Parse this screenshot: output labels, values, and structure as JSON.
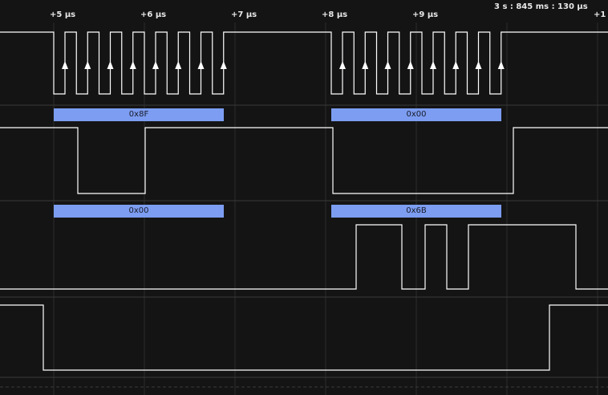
{
  "timeline": {
    "ticks": [
      {
        "label": "+5 µs"
      },
      {
        "label": "+6 µs"
      },
      {
        "label": "+7 µs"
      },
      {
        "label": "+8 µs"
      },
      {
        "label": "+9 µs"
      },
      {
        "label": "+1"
      }
    ],
    "cursor_timestamp": "3 s : 845 ms : 130 µs"
  },
  "decodes": [
    {
      "text": "0x8F"
    },
    {
      "text": "0x00"
    },
    {
      "text": "0x00"
    },
    {
      "text": "0x6B"
    }
  ],
  "colors": {
    "background": "#141415",
    "wave": "#ffffff",
    "decode": "#7c9df1",
    "grid": "#2b2b2d",
    "separator": "#3a3a3c"
  }
}
